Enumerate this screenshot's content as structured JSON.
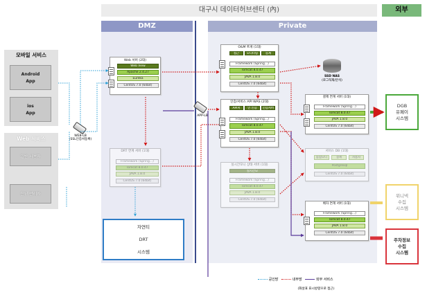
{
  "header": {
    "title": "대구시 데이터허브센터 (內)",
    "external": "외부"
  },
  "zones": {
    "dmz": "DMZ",
    "private": "Private"
  },
  "mobile": {
    "title": "모바일 서비스",
    "android_1": "Android",
    "android_2": "App",
    "ios_1": "ios",
    "ios_2": "App"
  },
  "web": {
    "title": "Web 서비스",
    "general_user": "일반 사용자",
    "operator": "운영 관리자"
  },
  "web_lb": {
    "label_1": "WEB-LB",
    "label_2": "(SSL인증서등록)"
  },
  "app_lb": {
    "label": "APP-LB"
  },
  "web_server": {
    "title": "Web 서버 (2대)",
    "web_view": "Web View",
    "apache": "Apache 2.4.27",
    "eureka": "Eureka",
    "os": "CentOS 7.0 (64bit)"
  },
  "drt_server": {
    "title": "DRT 연계 서버 (1대)",
    "framework": "Framework (Spring…)",
    "tomcat": "Tomcat 8.0.47",
    "java": "JAVA 1.8.0",
    "os": "CentOS 7.0 (64bit)"
  },
  "jayeonti": {
    "line1": "자연티",
    "line2": "DRT",
    "line3": "시스템"
  },
  "om_server": {
    "title": "O&M 트게 (1대)",
    "tab1": "접근",
    "tab2": "모니터링",
    "tab3": "통계",
    "framework": "Framework (Spring…)",
    "tomcat": "Tomcat 8.0.47",
    "java": "JAVA 1.8.0",
    "os": "CentOS 7.0 (64bit)"
  },
  "ssd_nas": {
    "label": "SSD NAS",
    "sub": "(로그적재/분석)"
  },
  "auth_server": {
    "title": "인증/서비스 API WAS (2대)",
    "tab1": "API서",
    "tab2": "인 인증",
    "tab3": "인증서버",
    "framework": "Framework (Spring…)",
    "tomcat": "Tomcat 8.0.47",
    "java": "JAVA 1.8.0",
    "os": "CentOS 7.0 (64bit)"
  },
  "payment_server": {
    "title": "결제 연계 서버 (1대)",
    "framework": "Framework (Spring…)",
    "tomcat": "Tomcat 8.0.47",
    "java": "JAVA 1.8.0",
    "os": "CentOS 7.0 (64bit)"
  },
  "db_server": {
    "title": "서비스 DB (1대)",
    "tab1": "통합모니",
    "tab2": "결제",
    "tab3": "사용자",
    "postgres": "Postgresql",
    "os": "CentOS 7.0 (64bit)"
  },
  "realtime_server": {
    "title": "실시간모니 상태 서버 (1대)",
    "bar": "실시간모",
    "framework": "Framework (Spring…)",
    "tomcat": "Tomcat 8.0.47",
    "java": "JAVA 1.8.0",
    "os": "CentOS 7.0 (64bit)"
  },
  "parking_server": {
    "title": "배차 연계 서버 (1대)",
    "framework": "Framework (Spring…)",
    "tomcat": "Tomcat 8.0.47",
    "java": "JAVA 1.8.0",
    "os": "CentOS 7.0 (64bit)"
  },
  "dgb": {
    "line1": "DGB",
    "line2": "유페이",
    "line3": "시스템"
  },
  "winnex": {
    "line1": "위니넥",
    "line2": "수집",
    "line3": "시스템"
  },
  "parking": {
    "line1": "주차정보",
    "line2": "수집",
    "line3": "시스템"
  },
  "legend": {
    "public": "공인망",
    "internal": "내부망",
    "external_service": "외부 서비스"
  },
  "note": "(화살표 표시방향으로 접근)",
  "colors": {
    "dmz_header": "#8e97c6",
    "private_header": "#a6adce",
    "external_header": "#79b87a",
    "tomcat": "#9bcf4e",
    "dgb_border": "#4aa83a",
    "winnex_border": "#f0d36a",
    "parking_border": "#d9333b",
    "jayeonti_border": "#2e7cc6"
  }
}
